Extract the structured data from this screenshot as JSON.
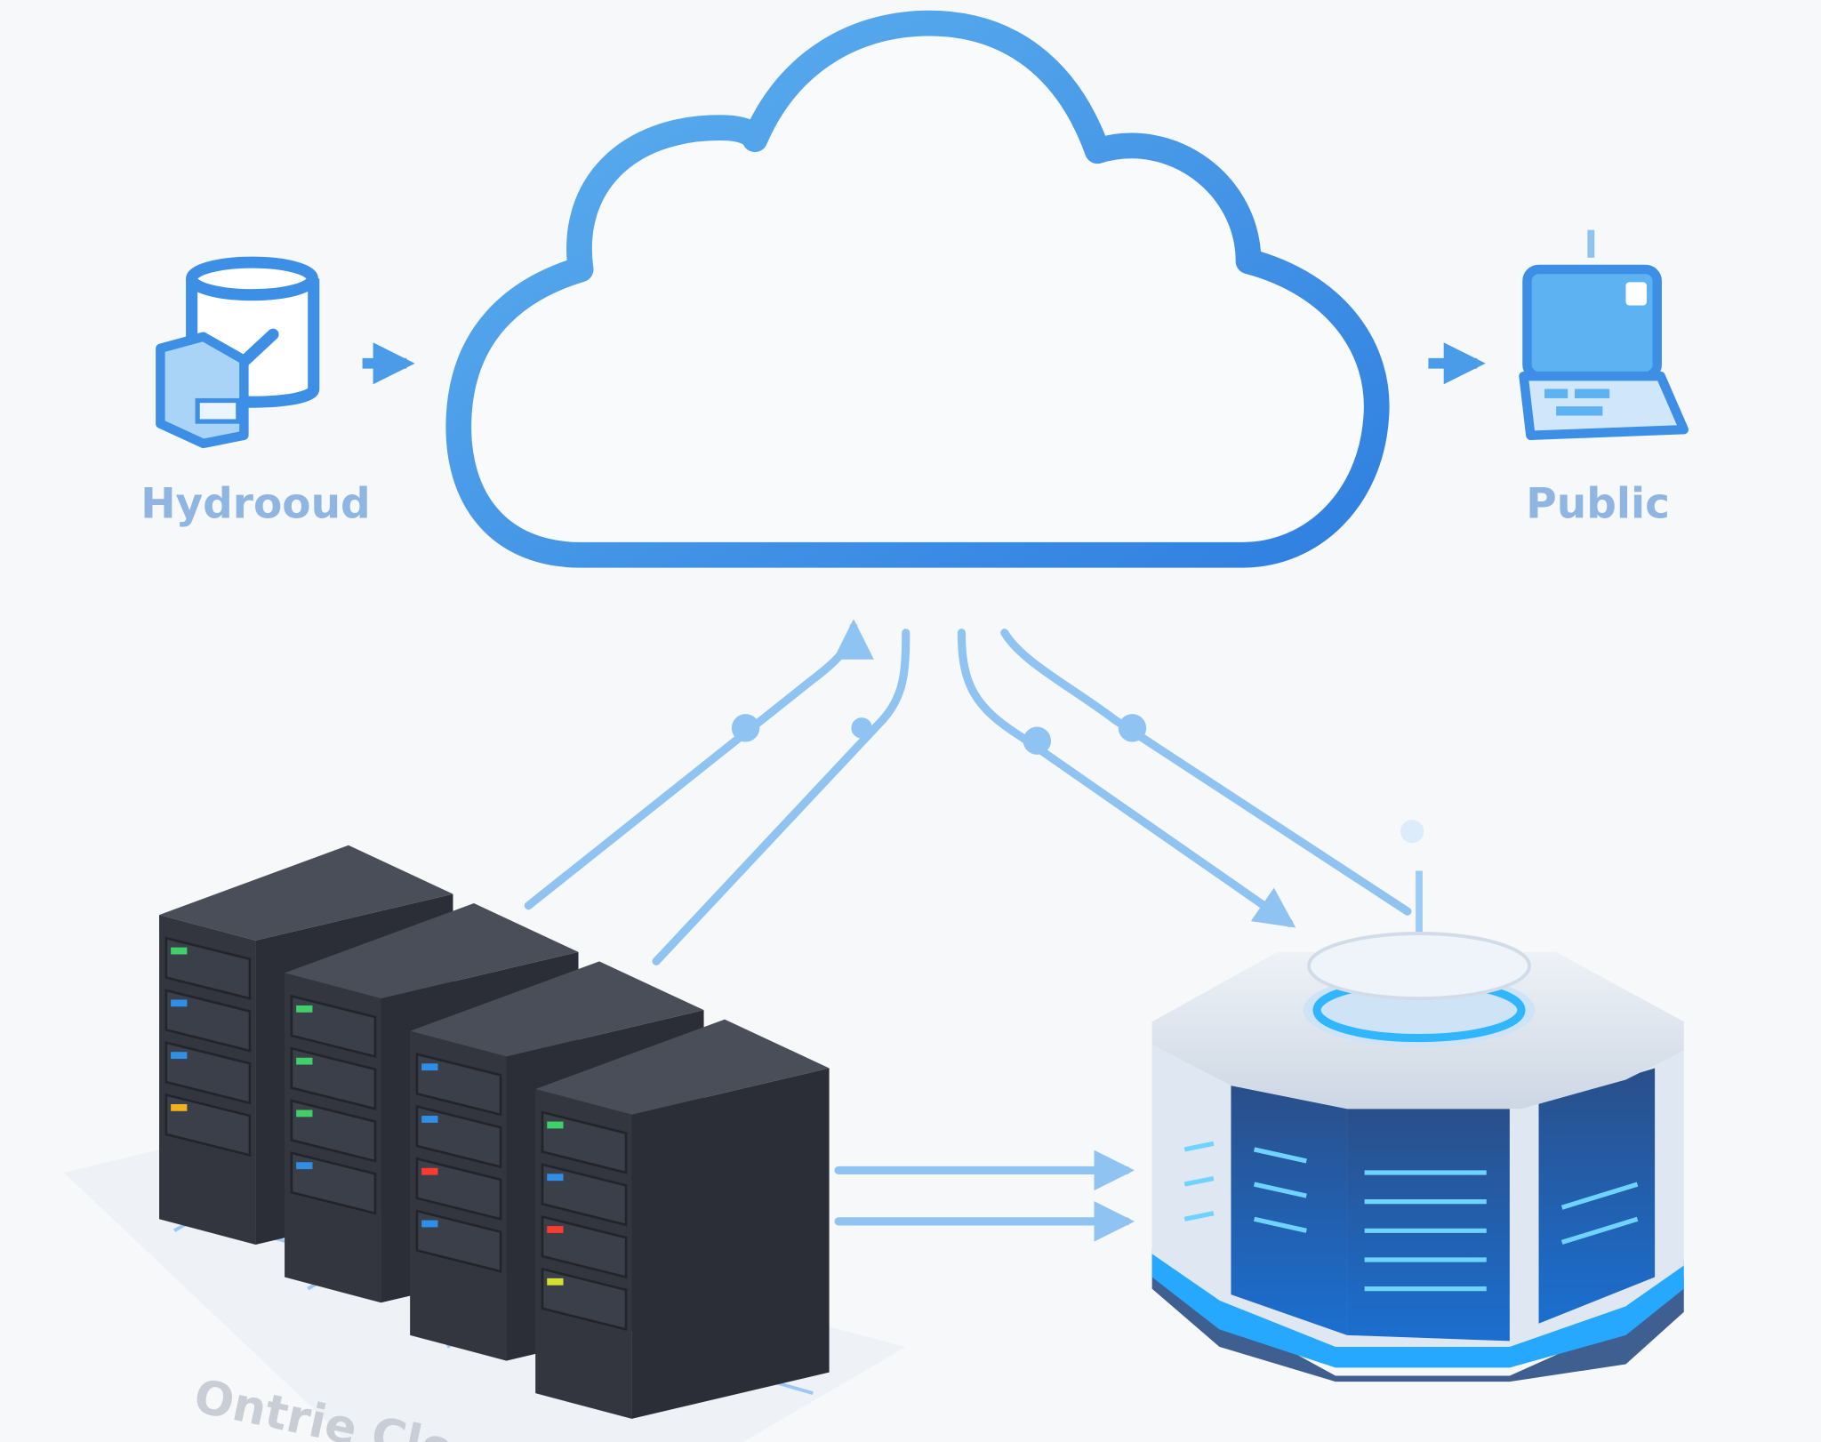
{
  "labels": {
    "left_source": "Hydrooud",
    "right_target": "Public",
    "onprem": "Ontrie Clo"
  },
  "icons": {
    "left": "database-check-icon",
    "right": "laptop-icon",
    "center": "cloud-icon",
    "servers": "server-rack-icon",
    "hub": "data-center-hub-icon"
  },
  "colors": {
    "accent": "#3d8fe6",
    "line": "#8fc3f2",
    "server": "#33363f",
    "hub_glow": "#22a6ff",
    "label": "#8fb5e3",
    "faded_label": "#c8cdd6"
  }
}
